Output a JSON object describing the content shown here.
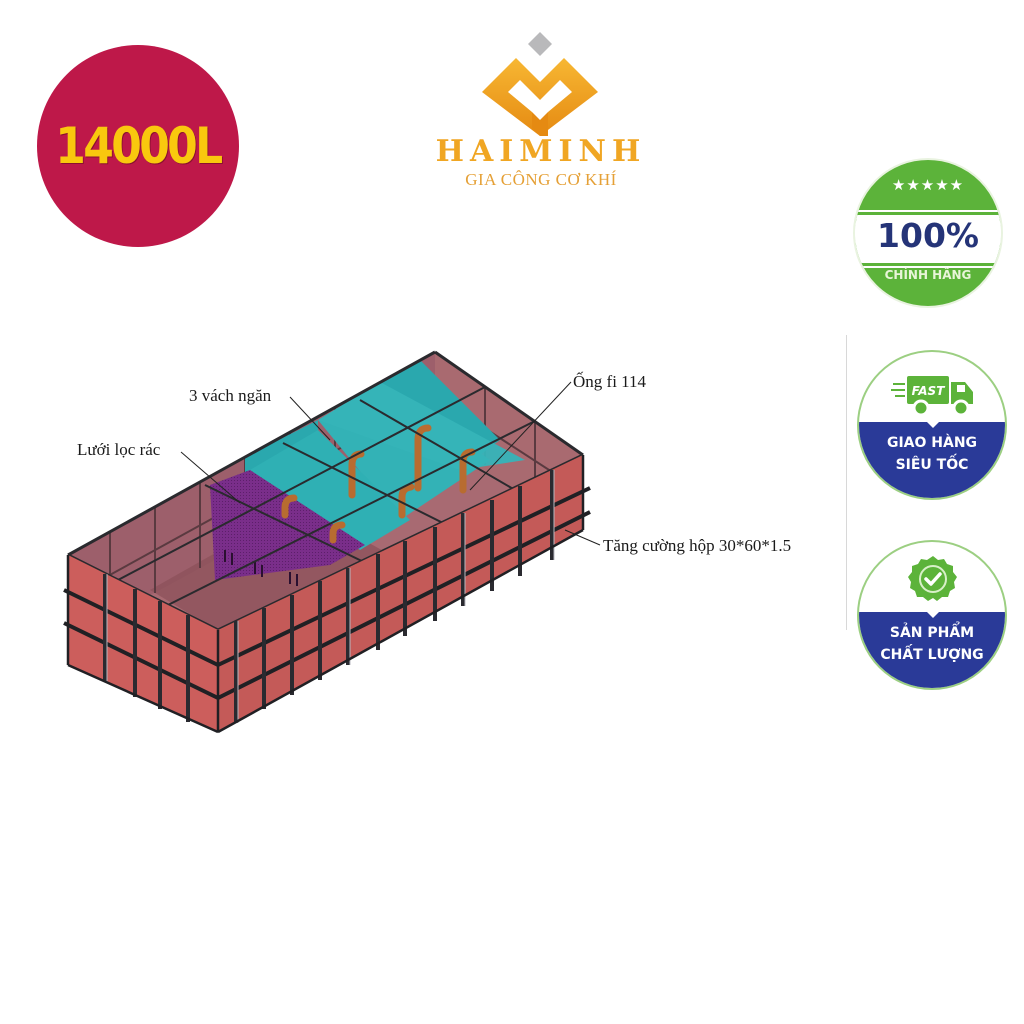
{
  "capacity_badge": {
    "text": "14000L",
    "bg_color": "#be1849",
    "text_color": "#f9c80e"
  },
  "logo": {
    "brand": "HAIMINH",
    "tagline": "GIA CÔNG CƠ KHÍ",
    "icon": "haiminh-diamond-logo-icon",
    "color": "#f0a623"
  },
  "badges": [
    {
      "icon": "five-stars-icon",
      "stars": "★★★★★",
      "title": "100%",
      "subtitle": "CHÍNH HÃNG",
      "color": "#5cb33a"
    },
    {
      "icon": "fast-delivery-truck-icon",
      "icon_text": "FAST",
      "line1": "GIAO HÀNG",
      "line2": "SIÊU TỐC",
      "color": "#2a3a98"
    },
    {
      "icon": "check-seal-icon",
      "line1": "SẢN PHẨM",
      "line2": "CHẤT LƯỢNG",
      "color": "#2a3a98"
    }
  ],
  "diagram": {
    "title": "Isometric tank diagram",
    "colors": {
      "panel": "#c45a58",
      "interior": "#9a5a66",
      "partition": "#2aa8ae",
      "filter": "#7a2e8a",
      "pipe": "#b86c30",
      "frame": "#2a2a2e"
    },
    "callouts": [
      {
        "id": "partitions",
        "text": "3 vách ngăn"
      },
      {
        "id": "filter",
        "text": "Lưới lọc rác"
      },
      {
        "id": "pipe",
        "text": "Ống fi 114"
      },
      {
        "id": "reinforcement",
        "text": "Tăng cường hộp 30*60*1.5"
      }
    ]
  }
}
